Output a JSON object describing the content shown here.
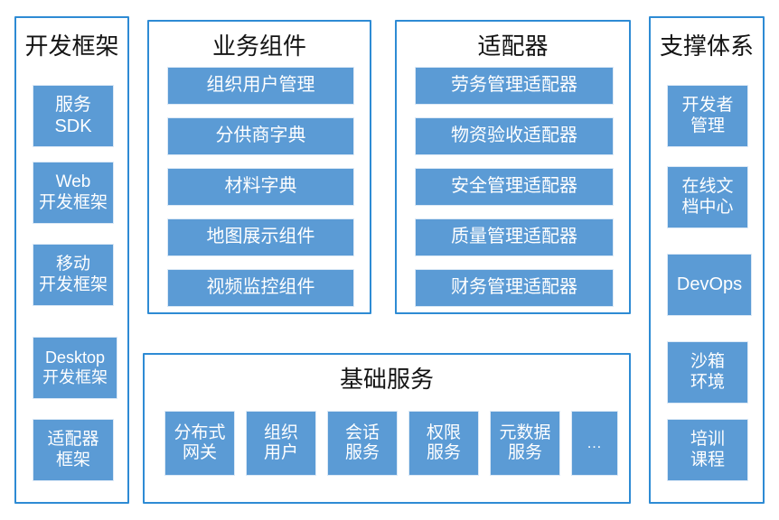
{
  "diagram": {
    "title_color": "#141414",
    "panel_border_color": "#2E8BD4",
    "box_fill_color": "#5B9BD5",
    "box_text_color": "#FFFFFF",
    "background_color": "#FFFFFF",
    "panels": [
      {
        "id": "dev-framework",
        "title": "开发框架",
        "items": [
          {
            "label": "服务\nSDK"
          },
          {
            "label": "Web\n开发框架"
          },
          {
            "label": "移动\n开发框架"
          },
          {
            "label": "Desktop\n开发框架"
          },
          {
            "label": "适配器\n框架"
          }
        ]
      },
      {
        "id": "business-components",
        "title": "业务组件",
        "items": [
          {
            "label": "组织用户管理"
          },
          {
            "label": "分供商字典"
          },
          {
            "label": "材料字典"
          },
          {
            "label": "地图展示组件"
          },
          {
            "label": "视频监控组件"
          }
        ]
      },
      {
        "id": "adapters",
        "title": "适配器",
        "items": [
          {
            "label": "劳务管理适配器"
          },
          {
            "label": "物资验收适配器"
          },
          {
            "label": "安全管理适配器"
          },
          {
            "label": "质量管理适配器"
          },
          {
            "label": "财务管理适配器"
          }
        ]
      },
      {
        "id": "support-system",
        "title": "支撑体系",
        "items": [
          {
            "label": "开发者\n管理"
          },
          {
            "label": "在线文\n档中心"
          },
          {
            "label": "DevOps"
          },
          {
            "label": "沙箱\n环境"
          },
          {
            "label": "培训\n课程"
          }
        ]
      },
      {
        "id": "base-services",
        "title": "基础服务",
        "items": [
          {
            "label": "分布式\n网关"
          },
          {
            "label": "组织\n用户"
          },
          {
            "label": "会话\n服务"
          },
          {
            "label": "权限\n服务"
          },
          {
            "label": "元数据\n服务"
          },
          {
            "label": "…"
          }
        ]
      }
    ]
  }
}
